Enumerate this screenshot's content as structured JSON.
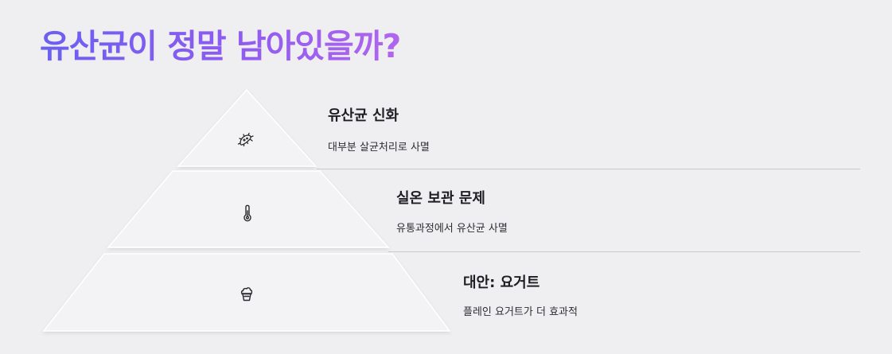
{
  "title": "유산균이 정말 남아있을까?",
  "tiers": [
    {
      "heading": "유산균 신화",
      "description": "대부분 살균처리로 사멸",
      "icon": "bacteria-icon"
    },
    {
      "heading": "실온 보관 문제",
      "description": "유통과정에서 유산균 사멸",
      "icon": "thermometer-icon"
    },
    {
      "heading": "대안: 요거트",
      "description": "플레인 요거트가 더 효과적",
      "icon": "yogurt-icon"
    }
  ],
  "colors": {
    "background": "#efeff1",
    "title_gradient_start": "#6a5ff2",
    "title_gradient_end": "#b066ee",
    "divider": "#c9c9ce"
  }
}
